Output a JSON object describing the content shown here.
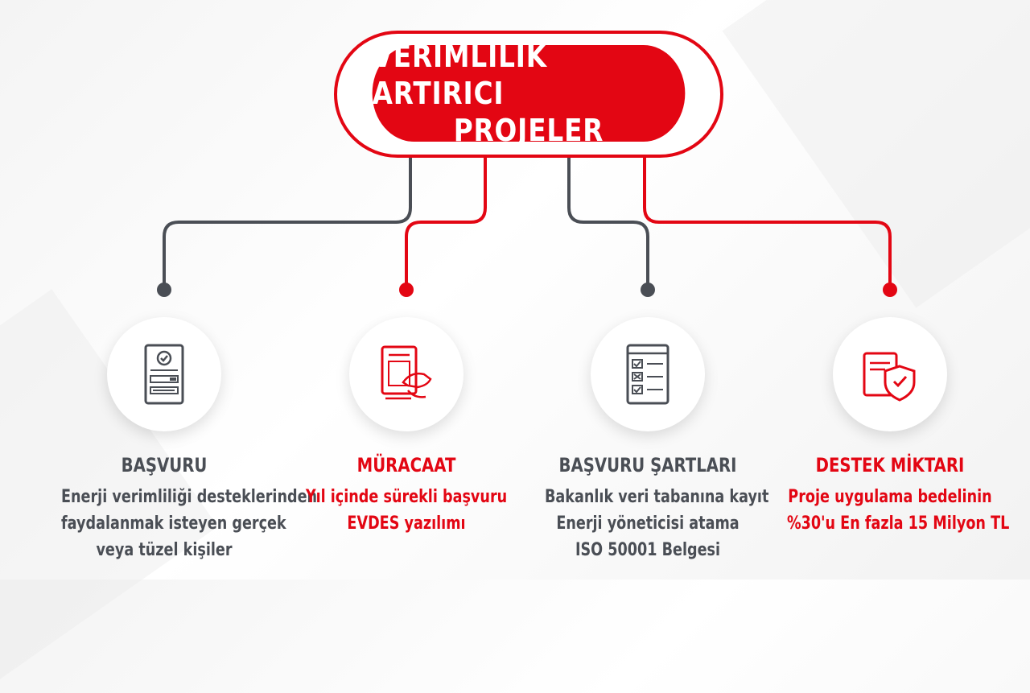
{
  "title": {
    "line1": "VERIMLILIK ARTIRICI",
    "line2": "PROJELER"
  },
  "colors": {
    "red": "#e30613",
    "dark": "#4a4e55"
  },
  "columns": [
    {
      "title": "BAŞVURU",
      "lines": [
        "Enerji verimliliği desteklerinden",
        "faydalanmak isteyen gerçek",
        "veya tüzel kişiler"
      ],
      "color": "dark",
      "icon": "application-form-icon"
    },
    {
      "title": "MÜRACAAT",
      "lines": [
        "Yıl içinde sürekli başvuru",
        "EVDES yazılımı"
      ],
      "color": "red",
      "icon": "handshake-document-icon"
    },
    {
      "title": "BAŞVURU ŞARTLARI",
      "lines": [
        "Bakanlık veri tabanına kayıt",
        "Enerji yöneticisi atama",
        "ISO 50001 Belgesi"
      ],
      "color": "dark",
      "icon": "checklist-icon"
    },
    {
      "title": "DESTEK MİKTARI",
      "lines": [
        "Proje uygulama bedelinin",
        "%30'u En fazla 15 Milyon TL"
      ],
      "color": "red",
      "icon": "shield-check-document-icon"
    }
  ]
}
